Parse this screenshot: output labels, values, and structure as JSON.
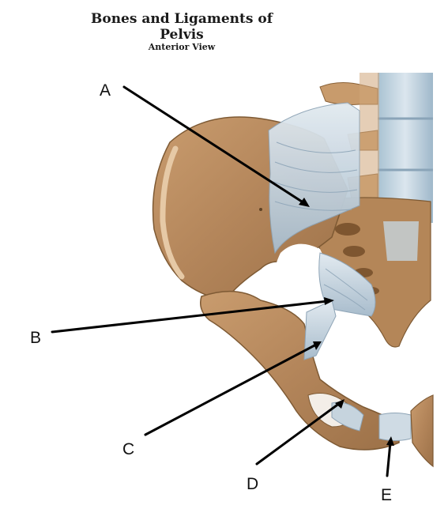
{
  "title": "Bones and Ligaments of Pelvis",
  "subtitle": "Anterior View",
  "labels": {
    "a": "A",
    "b": "B",
    "c": "C",
    "d": "D",
    "e": "E"
  },
  "colors": {
    "bone": "#b88a5e",
    "bone_shadow": "#8a6238",
    "bone_light": "#d6b08a",
    "ligament": "#b9c8d6",
    "ligament_light": "#e4ecf2",
    "cartilage": "#a9c4d4"
  }
}
